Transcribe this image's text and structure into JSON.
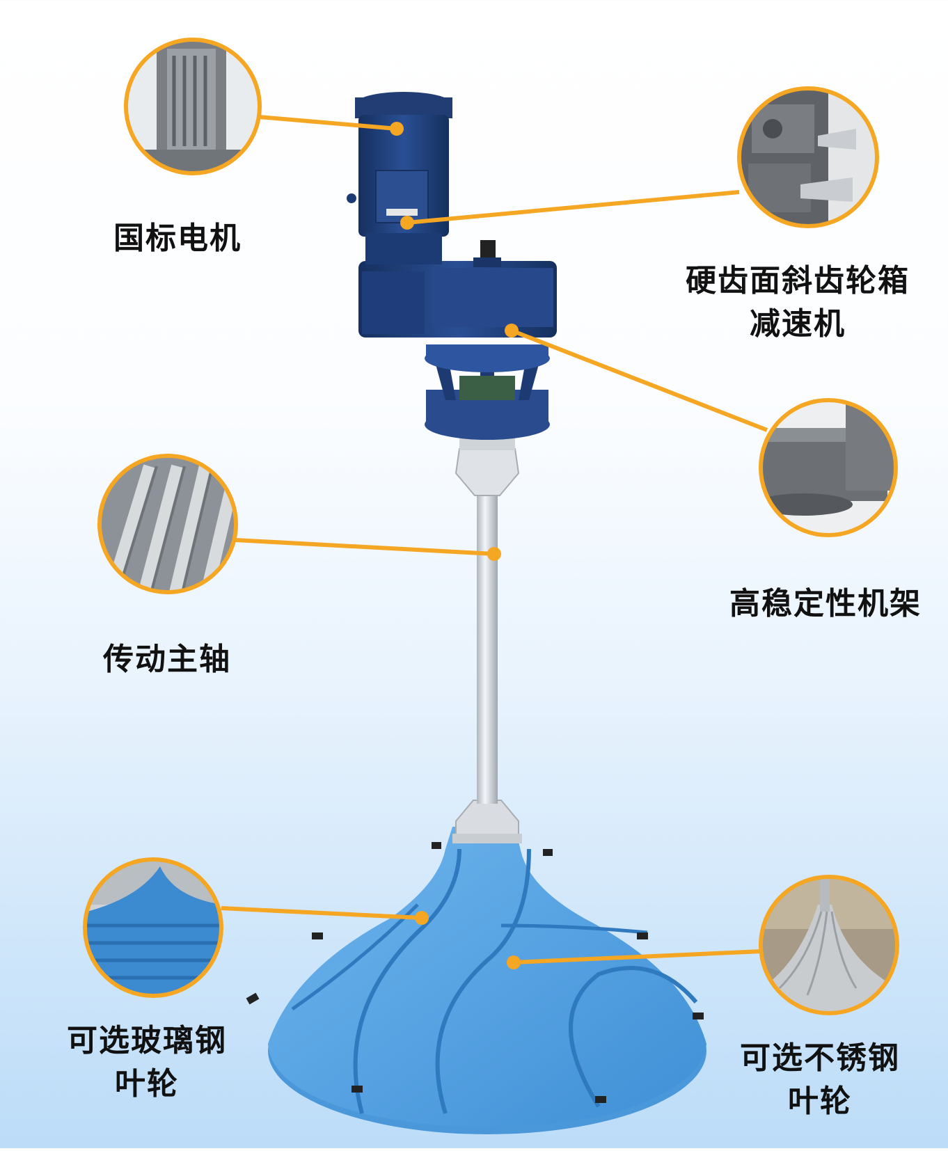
{
  "labels": {
    "motor": "国标电机",
    "gearbox_line1": "硬齿面斜齿轮箱",
    "gearbox_line2": "减速机",
    "frame": "高稳定性机架",
    "shaft": "传动主轴",
    "frp_impeller_line1": "可选玻璃钢",
    "frp_impeller_line2": "叶轮",
    "ss_impeller_line1": "可选不锈钢",
    "ss_impeller_line2": "叶轮"
  },
  "colors": {
    "callout": "#f5a623",
    "machine_blue": "#1f3d7a",
    "impeller_blue": "#5aa6e6",
    "shaft_silver": "#d6dbe0"
  },
  "icons": [
    "motor-detail-photo",
    "gearbox-detail-photo",
    "frame-detail-photo",
    "shaft-detail-photo",
    "frp-impeller-photo",
    "ss-impeller-photo"
  ]
}
